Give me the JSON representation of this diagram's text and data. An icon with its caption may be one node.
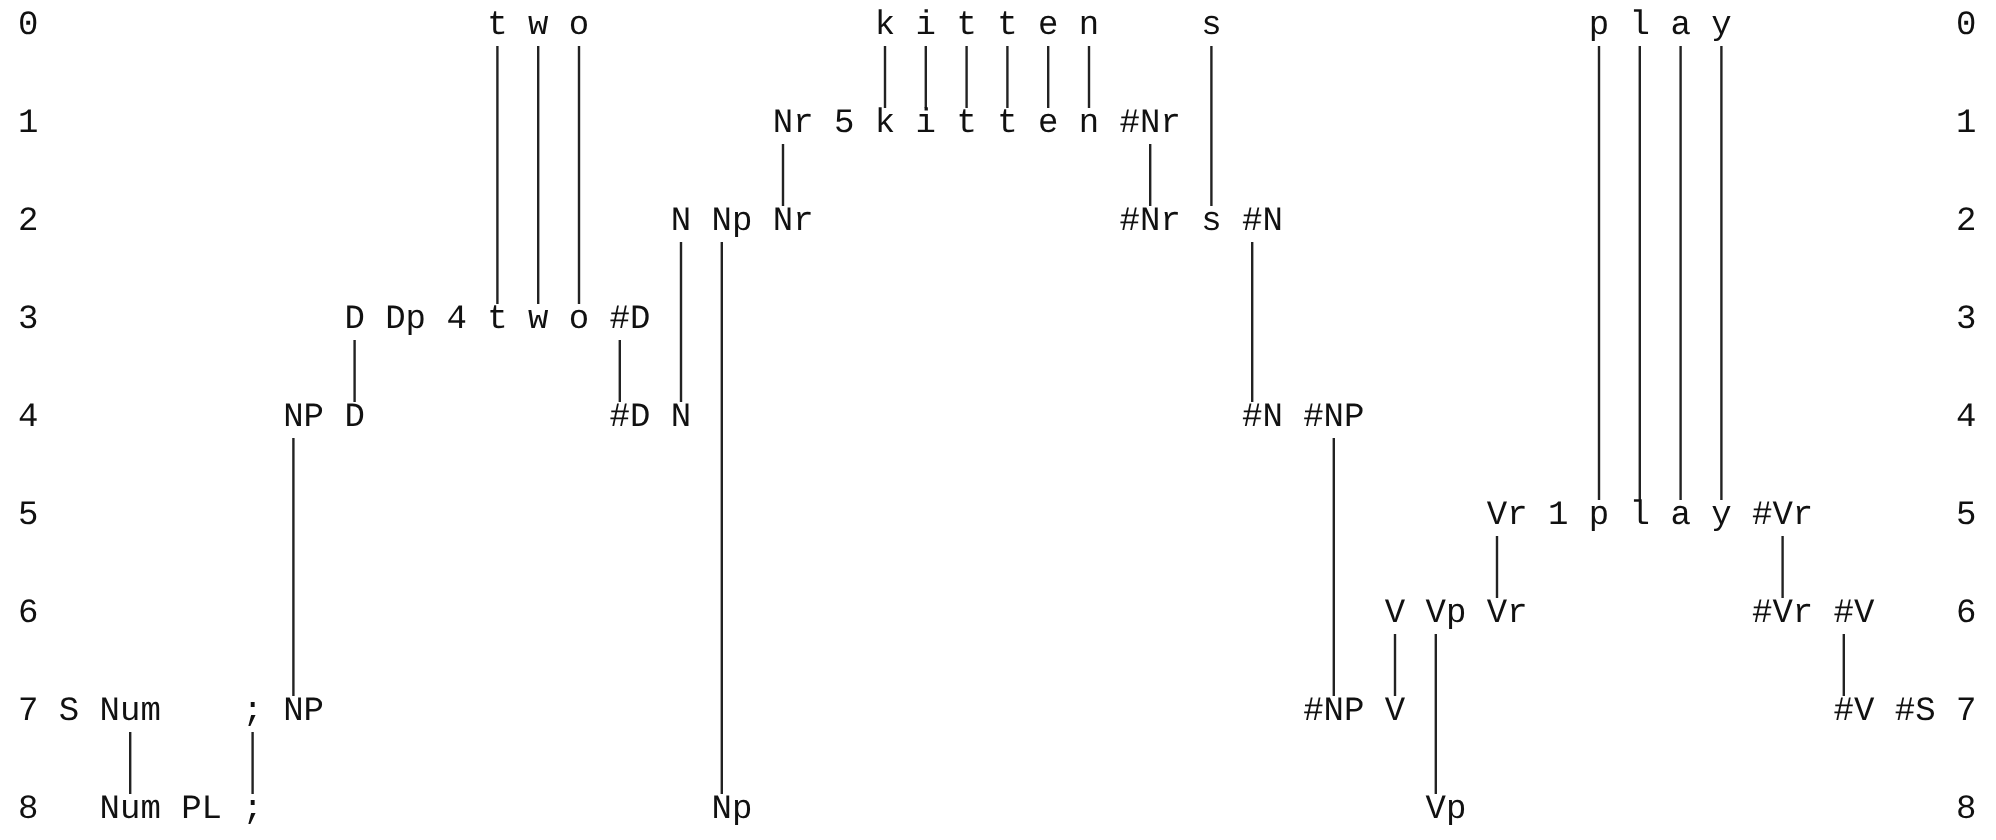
{
  "diagram": {
    "nodes": [
      {
        "text": [
          "t"
        ]
      },
      {
        "text": [
          "w"
        ]
      },
      {
        "text": [
          "o"
        ]
      },
      {
        "text": [
          "k"
        ]
      },
      {
        "text": [
          "i"
        ]
      },
      {
        "text": [
          "t"
        ]
      },
      {
        "text": [
          "t"
        ]
      },
      {
        "text": [
          "e"
        ]
      },
      {
        "text": [
          "n"
        ]
      },
      {
        "text": [
          "s"
        ]
      },
      {
        "text": [
          "p"
        ]
      },
      {
        "text": [
          "l"
        ]
      },
      {
        "text": [
          "a"
        ]
      },
      {
        "text": [
          "y"
        ]
      },
      {
        "text": [
          "Nr"
        ]
      },
      {
        "text": [
          "k"
        ]
      },
      {
        "text": [
          "i"
        ]
      },
      {
        "text": [
          "t"
        ]
      },
      {
        "text": [
          "t"
        ]
      },
      {
        "text": [
          "e"
        ]
      },
      {
        "text": [
          "n"
        ]
      },
      {
        "text": [
          "#Nr"
        ]
      },
      {
        "text": [
          "N"
        ]
      },
      {
        "text": [
          "Np"
        ]
      },
      {
        "text": [
          "Nr"
        ]
      },
      {
        "text": [
          "#Nr"
        ]
      },
      {
        "text": [
          "s"
        ]
      },
      {
        "text": [
          "#N"
        ]
      },
      {
        "text": [
          "D"
        ]
      },
      {
        "text": [
          "t"
        ]
      },
      {
        "text": [
          "w"
        ]
      },
      {
        "text": [
          "o"
        ]
      },
      {
        "text": [
          "#D"
        ]
      },
      {
        "text": [
          "NP"
        ]
      },
      {
        "text": [
          "D"
        ]
      },
      {
        "text": [
          "#D"
        ]
      },
      {
        "text": [
          "N"
        ]
      },
      {
        "text": [
          "#N"
        ]
      },
      {
        "text": [
          "#NP"
        ]
      },
      {
        "text": [
          "Vr"
        ]
      },
      {
        "text": [
          "p"
        ]
      },
      {
        "text": [
          "l"
        ]
      },
      {
        "text": [
          "a"
        ]
      },
      {
        "text": [
          "y"
        ]
      },
      {
        "text": [
          "#Vr"
        ]
      },
      {
        "text": [
          "V"
        ]
      },
      {
        "text": [
          "Vp"
        ]
      },
      {
        "text": [
          "Vr"
        ]
      },
      {
        "text": [
          "#Vr"
        ]
      },
      {
        "text": [
          "#V"
        ]
      },
      {
        "text": [
          "Num"
        ]
      },
      {
        "text": [
          ";"
        ]
      },
      {
        "text": [
          "NP"
        ]
      },
      {
        "text": [
          "#NP"
        ]
      },
      {
        "text": [
          "V"
        ]
      },
      {
        "text": [
          "#V"
        ]
      },
      {
        "text": [
          "Num"
        ]
      },
      {
        "text": [
          ";"
        ]
      },
      {
        "text": [
          "Np"
        ]
      },
      {
        "text": [
          "Vp"
        ]
      }
    ],
    "edges": [
      {
        "from": 0,
        "to": 29,
        "arrow": "none"
      },
      {
        "from": 1,
        "to": 30,
        "arrow": "none"
      },
      {
        "from": 2,
        "to": 31,
        "arrow": "none"
      },
      {
        "from": 3,
        "to": 15,
        "arrow": "none"
      },
      {
        "from": 4,
        "to": 16,
        "arrow": "none"
      },
      {
        "from": 5,
        "to": 17,
        "arrow": "none"
      },
      {
        "from": 6,
        "to": 18,
        "arrow": "none"
      },
      {
        "from": 7,
        "to": 19,
        "arrow": "none"
      },
      {
        "from": 8,
        "to": 20,
        "arrow": "none"
      },
      {
        "from": 9,
        "to": 26,
        "arrow": "none"
      },
      {
        "from": 10,
        "to": 40,
        "arrow": "none"
      },
      {
        "from": 11,
        "to": 41,
        "arrow": "none"
      },
      {
        "from": 12,
        "to": 42,
        "arrow": "none"
      },
      {
        "from": 13,
        "to": 43,
        "arrow": "none"
      },
      {
        "from": 14,
        "to": 24,
        "arrow": "none"
      },
      {
        "from": 21,
        "to": 25,
        "arrow": "none"
      },
      {
        "from": 22,
        "to": 36,
        "arrow": "none"
      },
      {
        "from": 23,
        "to": 58,
        "arrow": "none"
      },
      {
        "from": 27,
        "to": 37,
        "arrow": "none"
      },
      {
        "from": 28,
        "to": 34,
        "arrow": "none"
      },
      {
        "from": 32,
        "to": 35,
        "arrow": "none"
      },
      {
        "from": 33,
        "to": 52,
        "arrow": "none"
      },
      {
        "from": 38,
        "to": 53,
        "arrow": "none"
      },
      {
        "from": 39,
        "to": 47,
        "arrow": "none"
      },
      {
        "from": 44,
        "to": 48,
        "arrow": "none"
      },
      {
        "from": 45,
        "to": 54,
        "arrow": "none"
      },
      {
        "from": 46,
        "to": 59,
        "arrow": "none"
      },
      {
        "from": 49,
        "to": 55,
        "arrow": "none"
      },
      {
        "from": 50,
        "to": 56,
        "arrow": "none"
      },
      {
        "from": 51,
        "to": 57,
        "arrow": "none"
      }
    ],
    "labels": [
      "0",
      "0",
      "1",
      "5",
      "1",
      "2",
      "2",
      "3",
      "Dp",
      "4",
      "3",
      "4",
      "4",
      "5",
      "1",
      "5",
      "6",
      "6",
      "7",
      "S",
      "#S",
      "7",
      "8",
      "PL",
      "8"
    ]
  }
}
